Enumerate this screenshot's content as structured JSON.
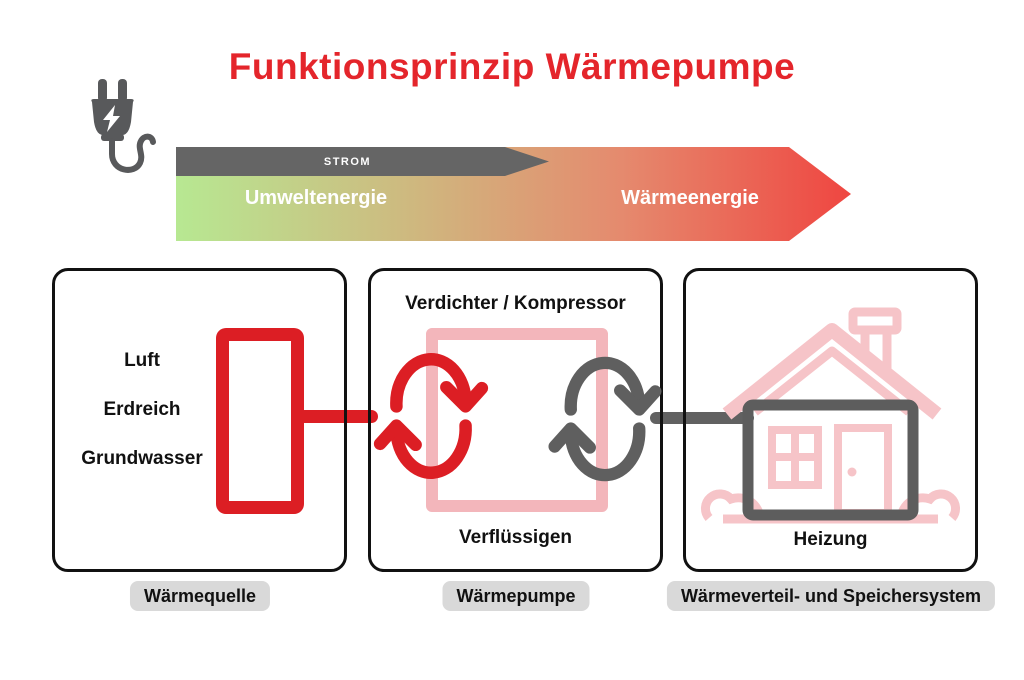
{
  "title": {
    "text": "Funktionsprinzip Wärmepumpe",
    "color": "#e4252b"
  },
  "flow": {
    "strom": "STROM",
    "left": "Umweltenergie",
    "right": "Wärmeenergie",
    "gradient_start": "#b7e892",
    "gradient_end": "#ef4641",
    "strom_arrow_color": "#656565"
  },
  "boxes": [
    {
      "items": [
        "Luft",
        "Erdreich",
        "Grundwasser"
      ],
      "caption": "Wärmequelle"
    },
    {
      "top_label": "Verdichter / Kompressor",
      "bottom_label": "Verflüssigen",
      "caption": "Wärmepumpe"
    },
    {
      "heating_label": "Heizung",
      "caption": "Wärmeverteil- und Speichersystem"
    }
  ],
  "icons": {
    "plug": "power-plug-icon",
    "cycle_red": "refrigerant-cycle-icon",
    "cycle_gray": "heating-cycle-icon",
    "house": "house-icon"
  },
  "colors": {
    "red": "#dc1e24",
    "pink": "#f3b6bb",
    "house_pink": "#f6c4c8",
    "dark_gray": "#5d5d5d",
    "pill_bg": "#d9d9d9"
  }
}
